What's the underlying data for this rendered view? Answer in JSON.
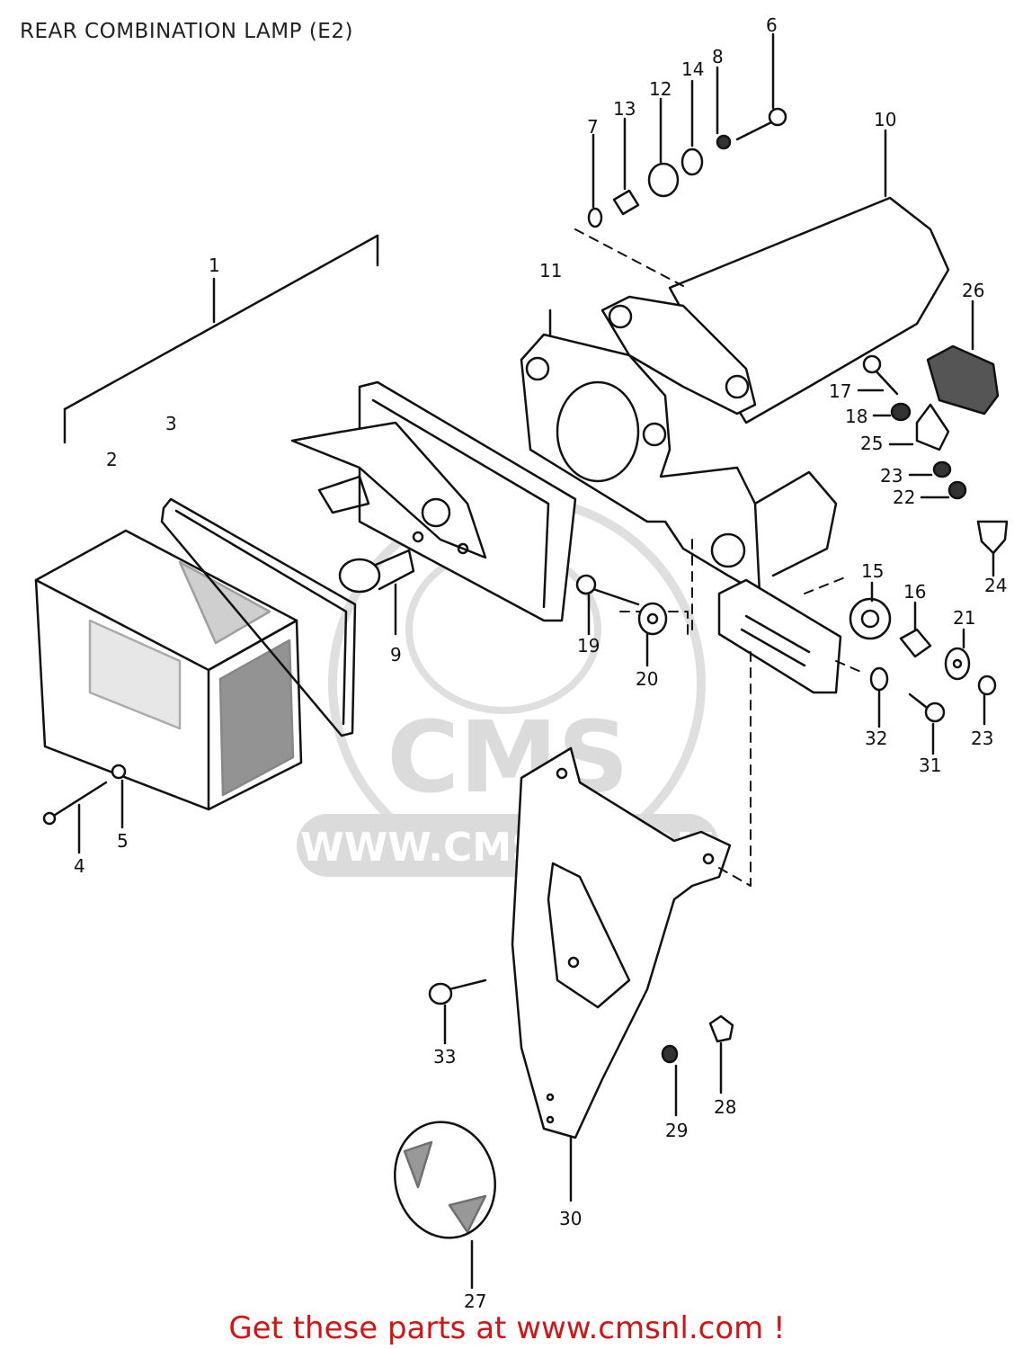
{
  "title": "REAR COMBINATION LAMP (E2)",
  "footer": {
    "prefix": "Get these parts at ",
    "link": "www.cmsnl.com",
    "suffix": " !"
  },
  "watermark": {
    "logo": "CMS",
    "url": "WWW.CMSNL.COM"
  },
  "part_numbers": [
    "1",
    "2",
    "3",
    "4",
    "5",
    "6",
    "7",
    "8",
    "9",
    "10",
    "11",
    "12",
    "13",
    "14",
    "15",
    "16",
    "17",
    "18",
    "19",
    "20",
    "21",
    "22",
    "23",
    "24",
    "25",
    "26",
    "27",
    "28",
    "29",
    "30",
    "31",
    "32",
    "33"
  ],
  "colors": {
    "footer": "#d41414",
    "ink": "#111111",
    "watermark": "#d8d8d8"
  }
}
